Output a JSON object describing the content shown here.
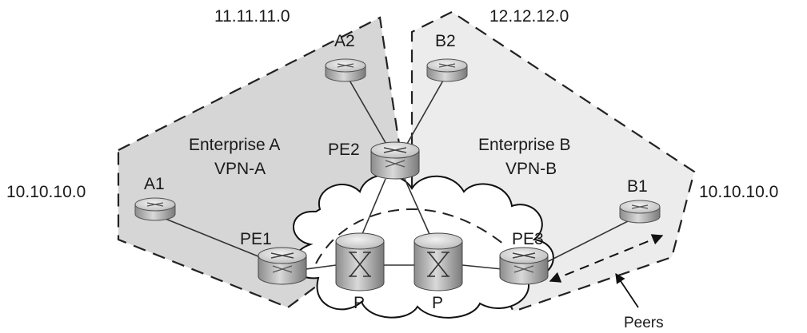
{
  "subnets": {
    "vpn_a_left": "10.10.10.0",
    "vpn_a_top": "11.11.11.0",
    "vpn_b_top": "12.12.12.0",
    "vpn_b_right": "10.10.10.0"
  },
  "regions": {
    "vpn_a": {
      "name": "Enterprise A",
      "vpn": "VPN-A"
    },
    "vpn_b": {
      "name": "Enterprise B",
      "vpn": "VPN-B"
    }
  },
  "routers": {
    "a1": "A1",
    "a2": "A2",
    "b1": "B1",
    "b2": "B2",
    "pe1": "PE1",
    "pe2": "PE2",
    "pe3": "PE3",
    "p_left": "P",
    "p_right": "P"
  },
  "annotation": {
    "peers": "Peers"
  },
  "colors": {
    "region_fill_a": "#d6d6d6",
    "region_fill_b": "#e9e9e9",
    "router_body": "#bdbdbd",
    "router_top": "#e6e6e6",
    "line": "#333333"
  },
  "icons": {
    "ce_router": "router-icon",
    "pe_router": "router-icon",
    "p_router": "core-router-icon"
  }
}
